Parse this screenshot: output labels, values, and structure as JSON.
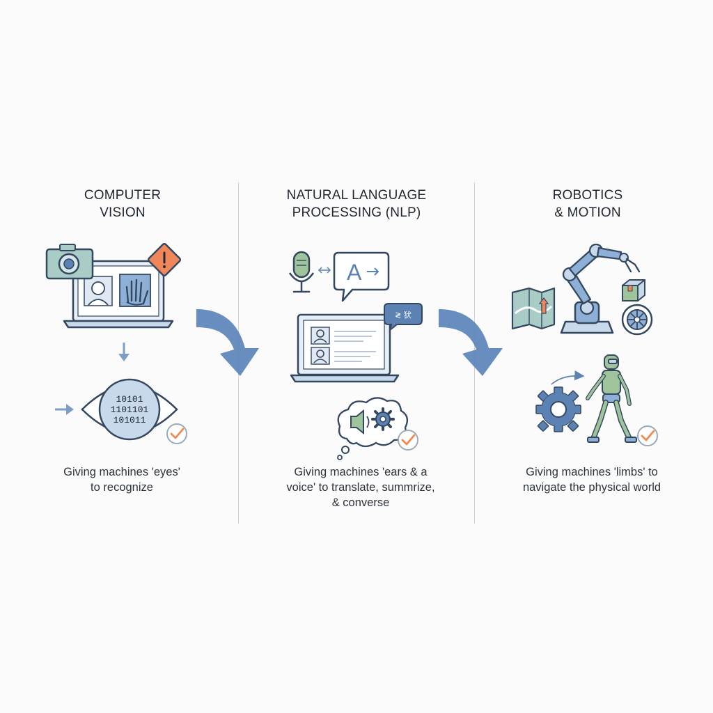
{
  "columns": [
    {
      "id": "cv",
      "title_lines": [
        "COMPUTER",
        "VISION"
      ],
      "binary_lines": [
        "10101",
        "1101101",
        "101011"
      ],
      "caption_lines": [
        "Giving machines 'eyes'",
        "to recognize"
      ]
    },
    {
      "id": "nlp",
      "title_lines": [
        "NATURAL LANGUAGE",
        "PROCESSING (NLP)"
      ],
      "speech_letter": "A",
      "chat_glyphs": "≷ 犾",
      "caption_lines": [
        "Giving machines 'ears & a",
        "voice' to translate, summrize,",
        "& converse"
      ]
    },
    {
      "id": "robotics",
      "title_lines": [
        "ROBOTICS",
        "& MOTION"
      ],
      "caption_lines": [
        "Giving machines 'limbs' to",
        "navigate the physical world"
      ]
    }
  ],
  "colors": {
    "outline": "#33475f",
    "accent_blue": "#5b82b3",
    "light_blue": "#c9d9ec",
    "mid_blue": "#8fb0d6",
    "teal": "#a9ccc7",
    "green": "#9fc49c",
    "orange": "#f0875a",
    "check_orange": "#f08a52",
    "arrow_blue": "#5a84b8",
    "divider": "#cfd4da"
  },
  "icons": [
    "camera-icon",
    "warning-sign-icon",
    "laptop-icon",
    "face-icon",
    "hand-icon",
    "down-arrow-icon",
    "right-arrow-icon",
    "eye-icon",
    "check-badge-icon",
    "microphone-icon",
    "double-arrow-icon",
    "speech-bubble-icon",
    "chat-bubble-icon",
    "user-icon",
    "thought-cloud-icon",
    "speaker-icon",
    "gear-icon",
    "map-icon",
    "robotic-arm-icon",
    "package-icon",
    "wheel-icon",
    "humanoid-robot-icon",
    "flow-arrow-icon"
  ]
}
